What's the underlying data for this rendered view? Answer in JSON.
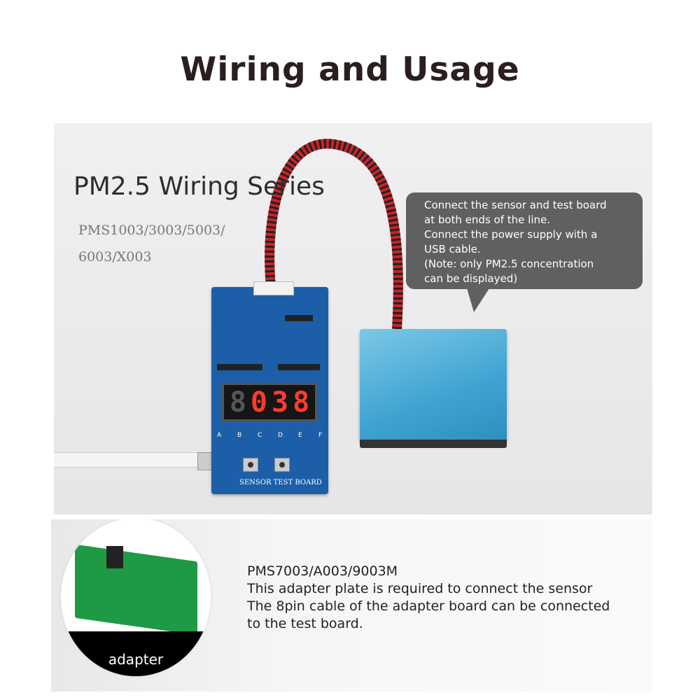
{
  "title": "Wiring and Usage",
  "top_panel": {
    "series_title": "PM2.5 Wiring Series",
    "models_line1": "PMS1003/3003/5003/",
    "models_line2": "6003/X003",
    "callout": [
      "Connect the sensor and test board",
      "at both ends of the line.",
      "Connect the power supply with a",
      "USB cable.",
      "(Note: only PM2.5 concentration",
      "can be displayed)"
    ],
    "board": {
      "display_digits": [
        "8",
        "0",
        "3",
        "8"
      ],
      "leds": [
        "A",
        "B",
        "C",
        "D",
        "E",
        "F"
      ],
      "label": "SENSOR TEST BOARD"
    }
  },
  "bottom_panel": {
    "adapter_label": "adapter",
    "lines": [
      "PMS7003/A003/9003M",
      "This adapter plate is required to connect the sensor",
      "The 8pin cable of the adapter board can be connected",
      "to the test board."
    ]
  },
  "colors": {
    "board": "#1c5fa8",
    "sensor": "#3fa3d2",
    "callout": "#606060",
    "display": "#ff3b30"
  }
}
